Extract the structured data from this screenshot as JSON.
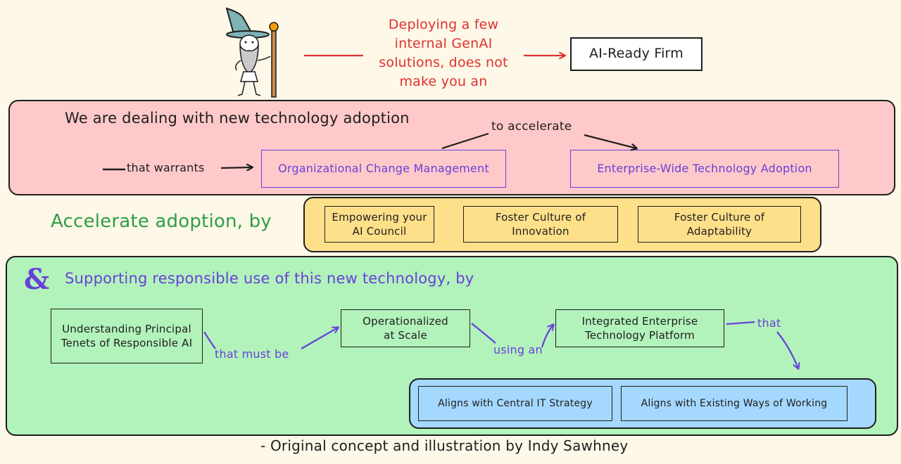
{
  "callout": {
    "text_lines": [
      "Deploying a few",
      "internal GenAI",
      "solutions, does not",
      "make you an"
    ],
    "target": "AI-Ready Firm"
  },
  "adoption_panel": {
    "title": "We are dealing with new technology adoption",
    "warrants_label": "that warrants",
    "ocm": "Organizational Change Management",
    "accelerate_label": "to accelerate",
    "enterprise": "Enterprise-Wide Technology Adoption"
  },
  "accelerate": {
    "heading": "Accelerate adoption, by",
    "items": [
      "Empowering your AI Council",
      "Foster Culture of Innovation",
      "Foster Culture of Adaptability"
    ]
  },
  "responsible": {
    "ampersand": "&",
    "heading": "Supporting responsible use of this new technology, by",
    "principles": "Understanding Principal Tenets of Responsible AI",
    "must_be_label": "that must be",
    "operationalized": "Operationalized at Scale",
    "using_label": "using an",
    "platform": "Integrated Enterprise Technology Platform",
    "that_label": "that",
    "aligns": [
      "Aligns with Central IT Strategy",
      "Aligns with Existing Ways of Working"
    ]
  },
  "credit": "- Original concept and illustration by Indy Sawhney",
  "colors": {
    "background": "#fdf8e7",
    "red": "#e03131",
    "purple": "#6741d9",
    "green": "#2f9e44",
    "pink_panel": "#ffc9c9",
    "yellow_panel": "#ffe08a",
    "green_panel": "#b2f2bb",
    "blue_panel": "#a5d8ff"
  },
  "icons": [
    "wizard-icon"
  ]
}
